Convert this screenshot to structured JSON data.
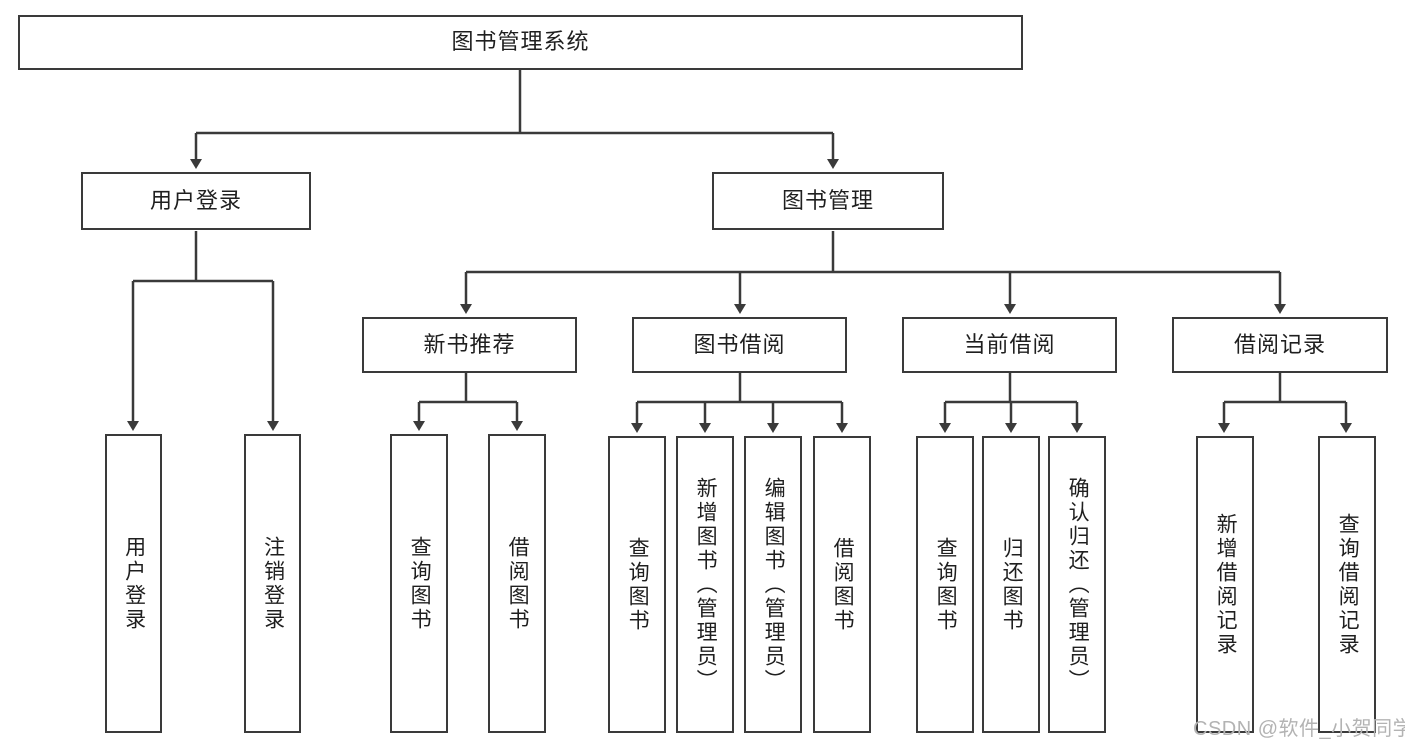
{
  "diagram": {
    "title": "图书管理系统",
    "type": "hierarchy-tree",
    "orientation": "top-down",
    "colors": {
      "stroke": "#3a3a3a",
      "fill": "#ffffff",
      "text": "#1f1f1f",
      "watermark": "#b3b3b3"
    },
    "levels": {
      "level1_label": "图书管理系统",
      "level2": [
        {
          "label": "用户登录"
        },
        {
          "label": "图书管理"
        }
      ],
      "level3": [
        {
          "label": "新书推荐"
        },
        {
          "label": "图书借阅"
        },
        {
          "label": "当前借阅"
        },
        {
          "label": "借阅记录"
        }
      ]
    },
    "groups": [
      {
        "parent": "用户登录",
        "leaves": [
          {
            "label": "用户登录"
          },
          {
            "label": "注销登录"
          }
        ]
      },
      {
        "parent": "新书推荐",
        "leaves": [
          {
            "label": "查询图书"
          },
          {
            "label": "借阅图书"
          }
        ]
      },
      {
        "parent": "图书借阅",
        "leaves": [
          {
            "label": "查询图书"
          },
          {
            "label": "新增图书（管理员）"
          },
          {
            "label": "编辑图书（管理员）"
          },
          {
            "label": "借阅图书"
          }
        ]
      },
      {
        "parent": "当前借阅",
        "leaves": [
          {
            "label": "查询图书"
          },
          {
            "label": "归还图书"
          },
          {
            "label": "确认归还（管理员）"
          }
        ]
      },
      {
        "parent": "借阅记录",
        "leaves": [
          {
            "label": "新增借阅记录"
          },
          {
            "label": "查询借阅记录"
          }
        ]
      }
    ]
  },
  "watermark": {
    "text": "CSDN @软件_小贺同学"
  }
}
